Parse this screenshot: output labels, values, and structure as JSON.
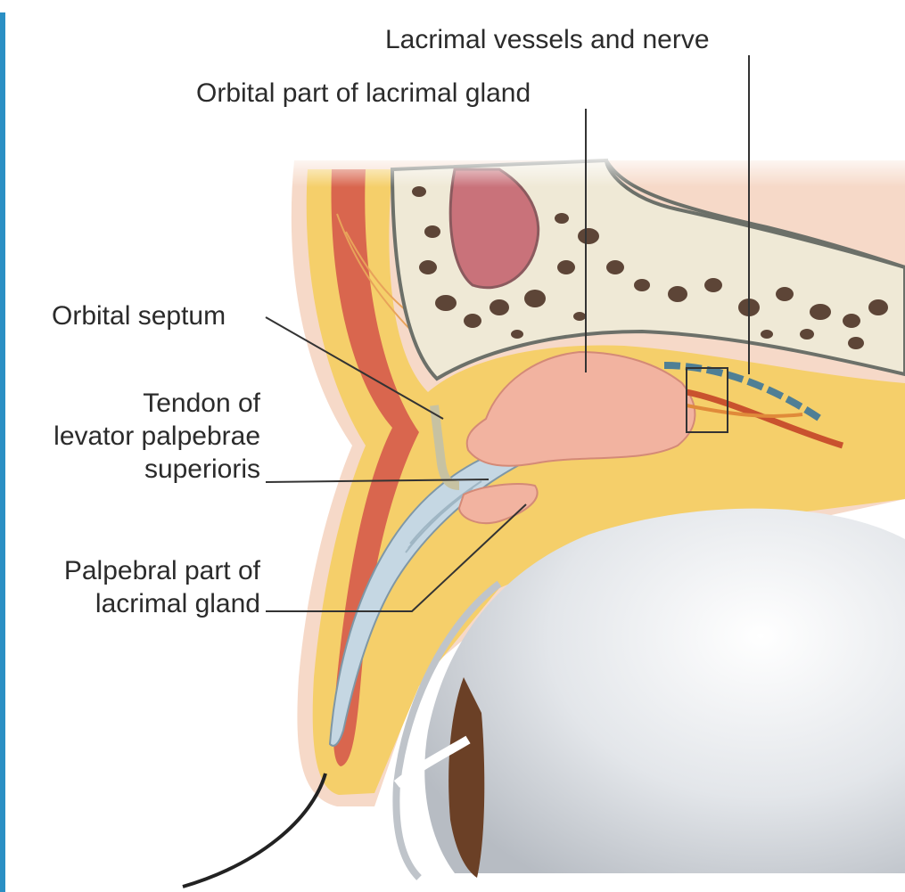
{
  "diagram": {
    "labels": {
      "lacrimal_vessels_and_nerve": "Lacrimal vessels and nerve",
      "orbital_part_of_lacrimal_gland": "Orbital part of lacrimal gland",
      "orbital_septum": "Orbital septum",
      "tendon_of_levator": [
        "Tendon of",
        "levator palpebrae",
        "superioris"
      ],
      "palpebral_part_of_lacrimal_gland": [
        "Palpebral part of",
        "lacrimal gland"
      ]
    },
    "colors": {
      "skin": "#f6d9c8",
      "fat": "#f5cf6a",
      "muscle": "#d9664e",
      "bone": "#efe9d6",
      "bone_cavity": "#5d4537",
      "gland": "#f2b3a0",
      "tendon": "#c5d7e3",
      "eyeball": "#dcdfe3",
      "iris": "#6b4026",
      "vessel_blue": "#4f7f95",
      "vessel_red": "#c9522e",
      "leader_line": "#333333",
      "left_edge_bar": "#2a8fc4"
    }
  }
}
